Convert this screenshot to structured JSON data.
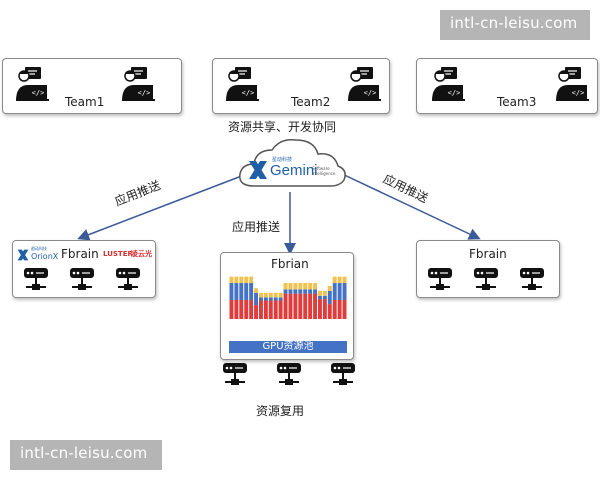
{
  "watermark_top": "intl-cn-leisu.com",
  "watermark_bottom": "intl-cn-leisu.com",
  "teams": [
    {
      "name": "Team1"
    },
    {
      "name": "Team2"
    },
    {
      "name": "Team3"
    }
  ],
  "cloud": {
    "caption": "资源共享、开发协同",
    "logo_text": "Gemini",
    "logo_small_cn": "星动科技",
    "logo_small_en": "Software Intelligence"
  },
  "arrows": {
    "left": "应用推送",
    "middle": "应用推送",
    "right": "应用推送"
  },
  "clusters": {
    "left": {
      "title": "Fbrain",
      "logo1": "OrionX",
      "logo1_small": "趋动科技",
      "logo2": "LUSTER",
      "logo2_cn": "凌云光"
    },
    "middle": {
      "title": "Fbrian",
      "gpu_label": "GPU资源池"
    },
    "right": {
      "title": "Fbrain"
    }
  },
  "bottom_caption": "资源复用",
  "colors": {
    "bar_blue": "#4472c4",
    "bar_red": "#e03c3c",
    "bar_yellow": "#f2c14e",
    "logo_blue": "#1f5fa8",
    "luster_red": "#d62f2f"
  },
  "icons": {
    "developer": "developer-at-laptop-icon",
    "server": "server-node-icon"
  }
}
